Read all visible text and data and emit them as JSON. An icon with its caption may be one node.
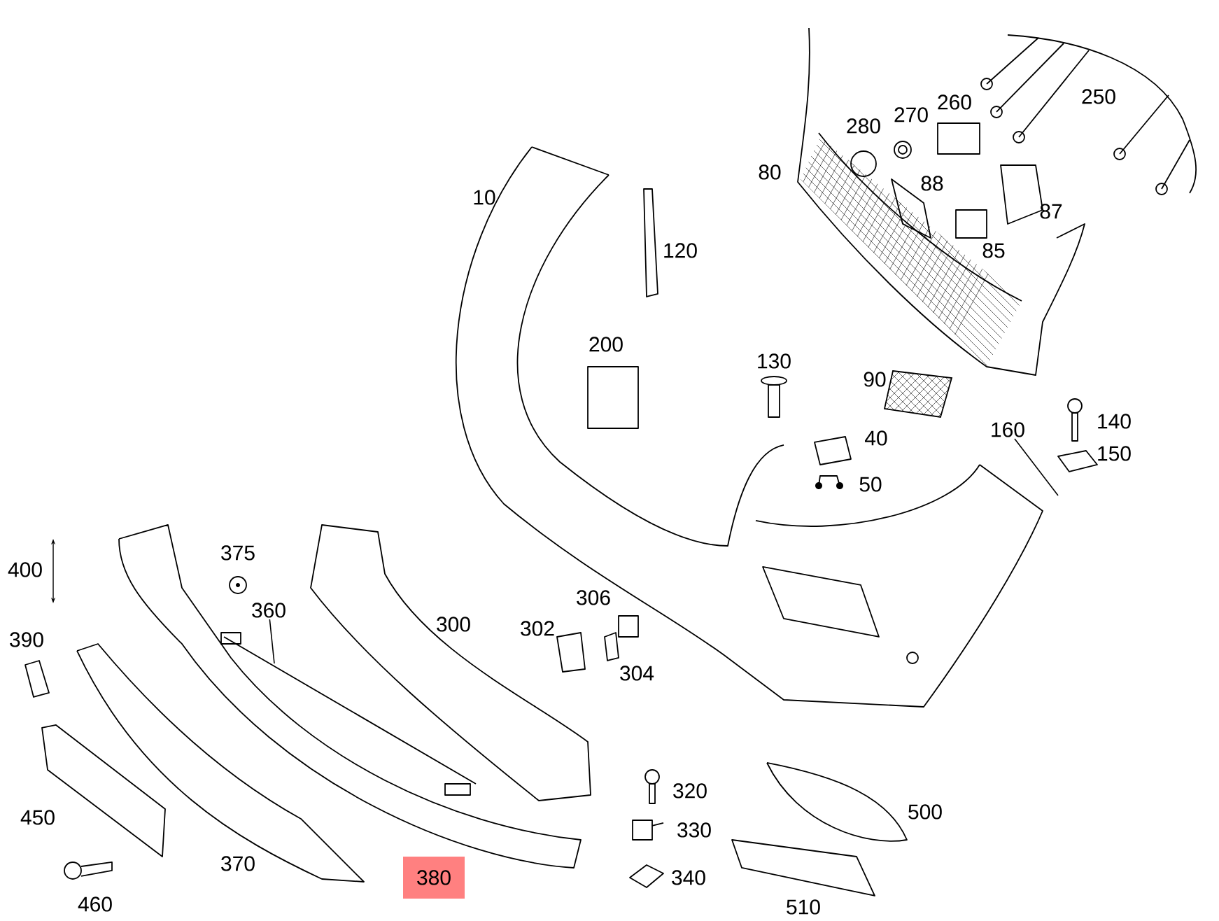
{
  "diagram": {
    "nodes": [
      {
        "text": [
          "360"
        ]
      },
      {
        "text": [
          "160"
        ]
      },
      {
        "text": [
          "380"
        ]
      }
    ],
    "edges": [
      {
        "from": 0,
        "to": null,
        "arrow": "none"
      },
      {
        "from": 1,
        "to": null,
        "arrow": "none"
      }
    ],
    "labels": [
      "250",
      "260",
      "270",
      "280",
      "80",
      "88",
      "10",
      "87",
      "85",
      "120",
      "200",
      "130",
      "90",
      "140",
      "40",
      "150",
      "50",
      "400",
      "375",
      "306",
      "300",
      "302",
      "390",
      "304",
      "320",
      "500",
      "450",
      "330",
      "370",
      "340",
      "460",
      "510"
    ]
  }
}
